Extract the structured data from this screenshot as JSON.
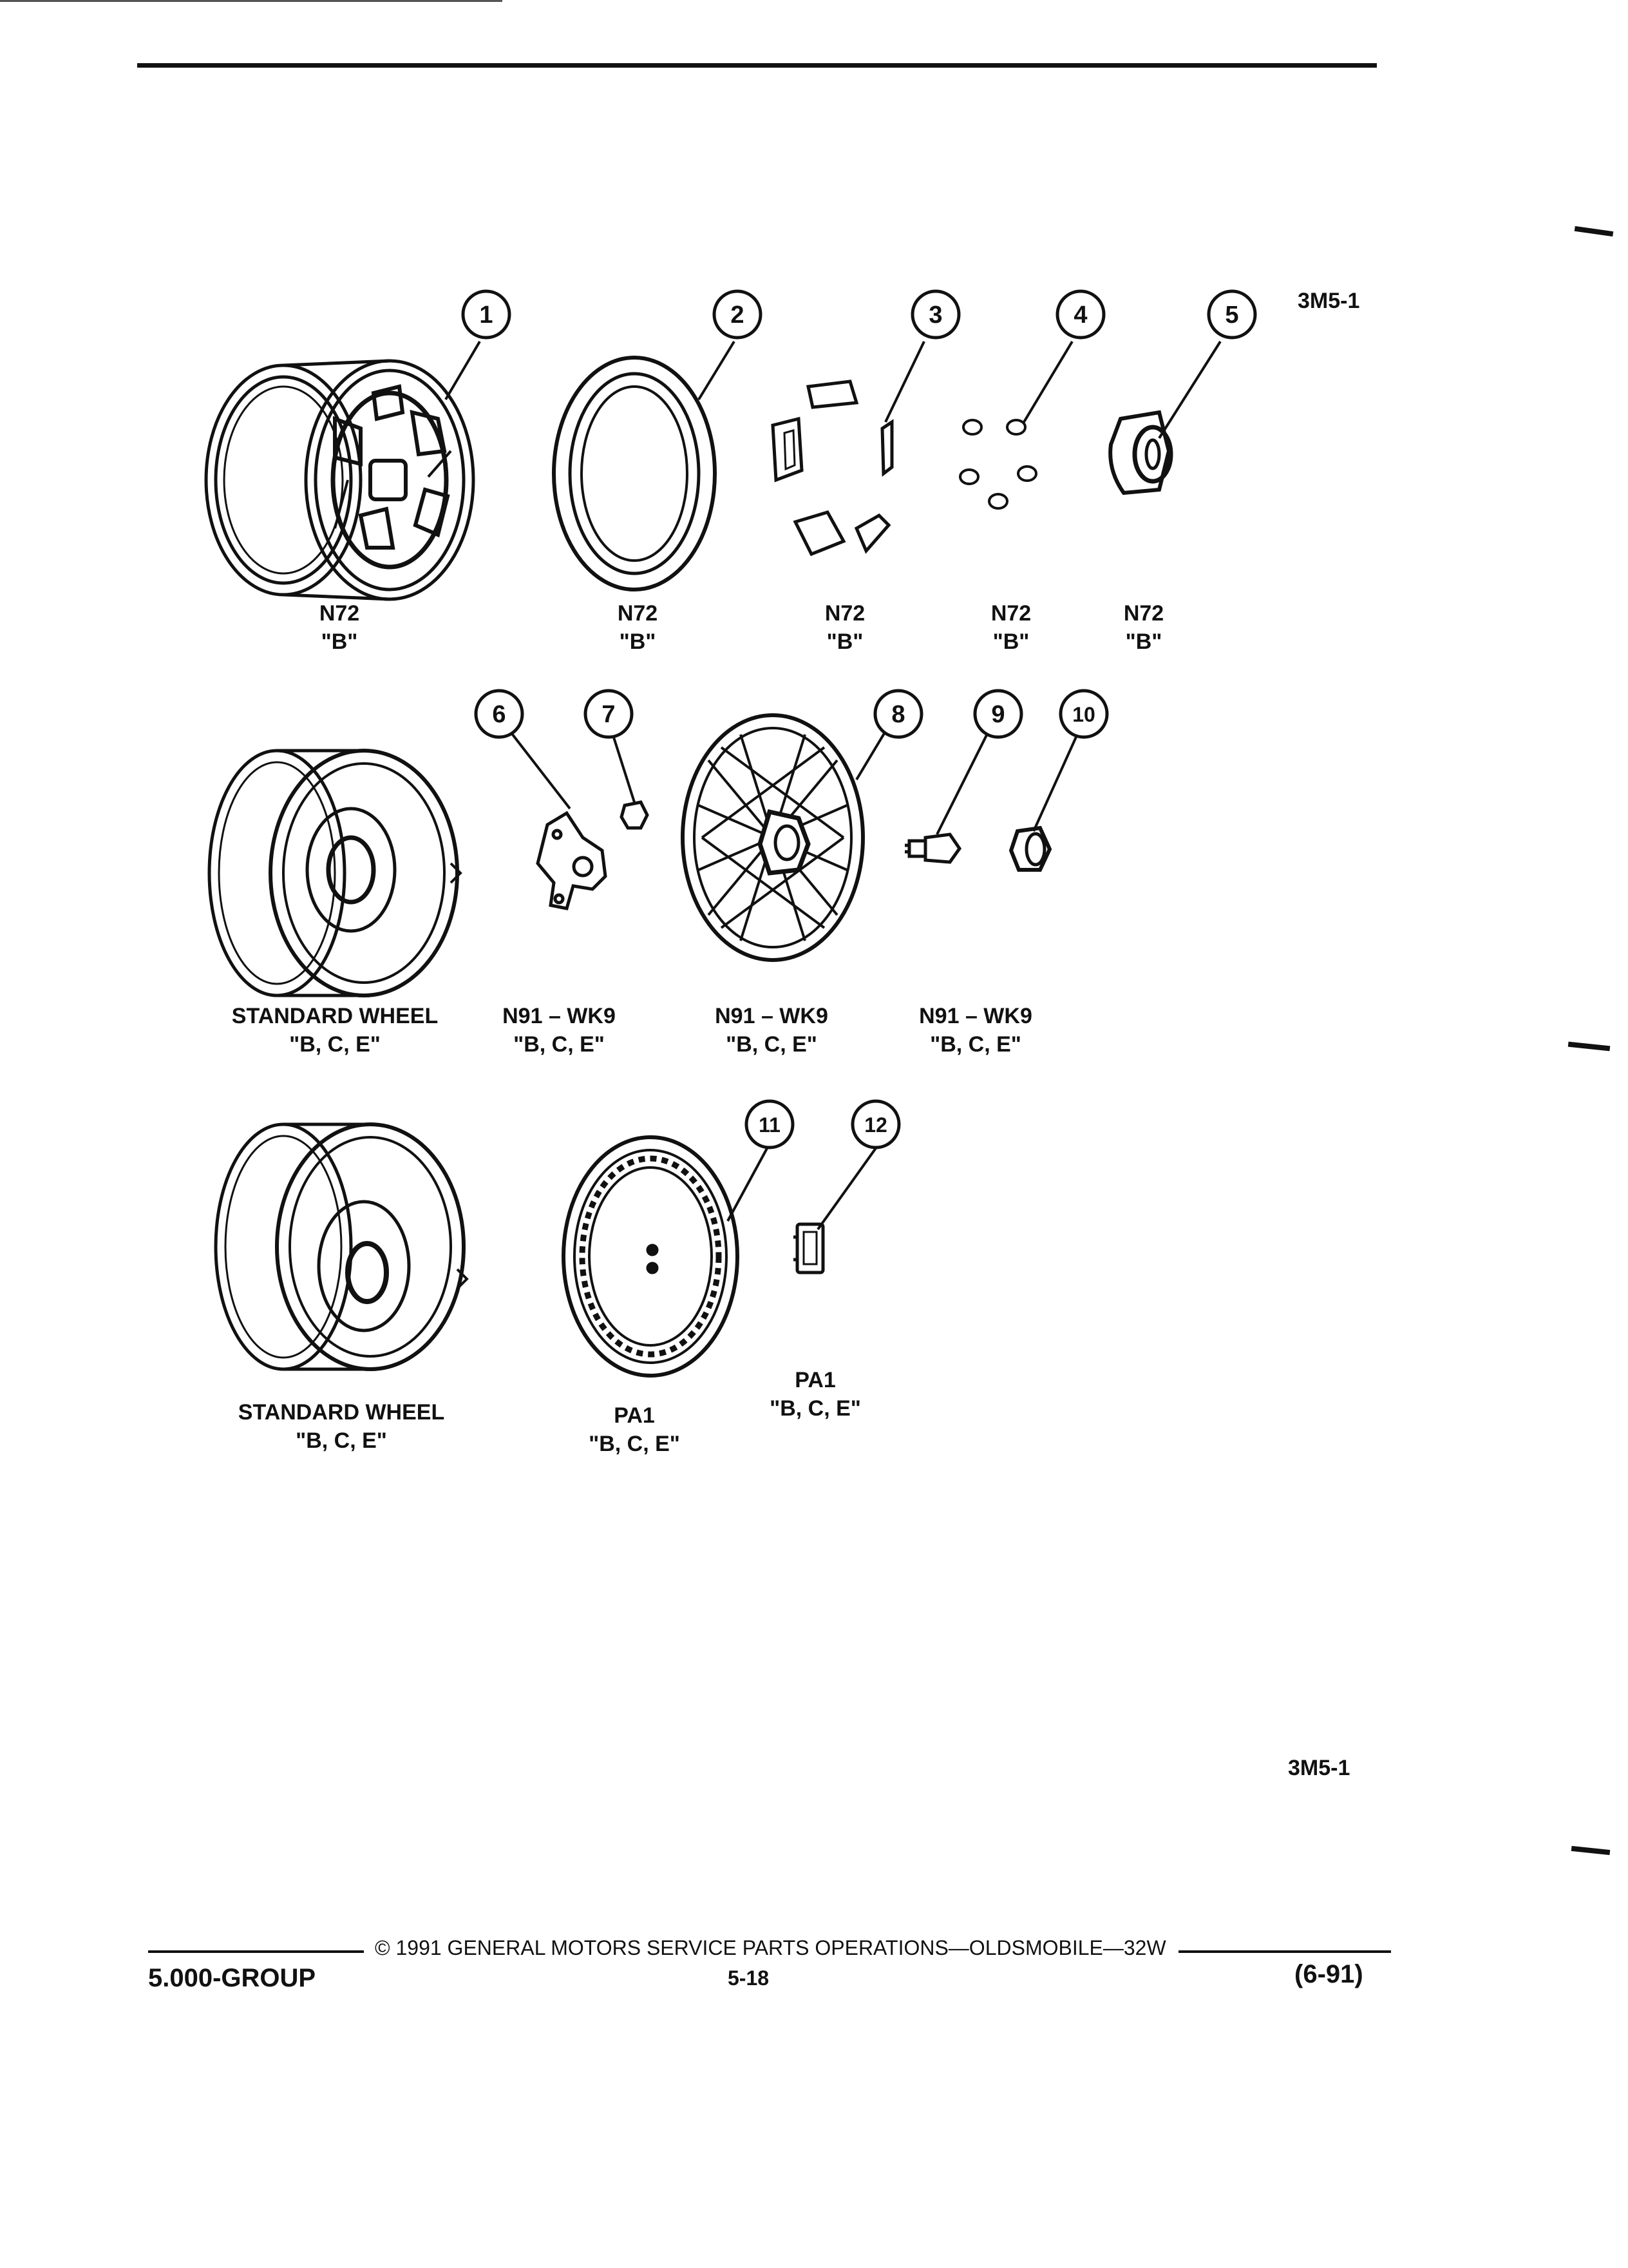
{
  "figure": {
    "id_top": "3M5-1",
    "id_bottom": "3M5-1"
  },
  "callouts": [
    "1",
    "2",
    "3",
    "4",
    "5",
    "6",
    "7",
    "8",
    "9",
    "10",
    "11",
    "12"
  ],
  "labels": {
    "row1": [
      {
        "code": "N72",
        "series": "\"B\""
      },
      {
        "code": "N72",
        "series": "\"B\""
      },
      {
        "code": "N72",
        "series": "\"B\""
      },
      {
        "code": "N72",
        "series": "\"B\""
      },
      {
        "code": "N72",
        "series": "\"B\""
      }
    ],
    "row2": [
      {
        "code": "STANDARD WHEEL",
        "series": "\"B, C, E\""
      },
      {
        "code": "N91 – WK9",
        "series": "\"B, C, E\""
      },
      {
        "code": "N91 – WK9",
        "series": "\"B, C, E\""
      },
      {
        "code": "N91 – WK9",
        "series": "\"B, C, E\""
      }
    ],
    "row3": [
      {
        "code": "STANDARD WHEEL",
        "series": "\"B, C, E\""
      },
      {
        "code": "PA1",
        "series": "\"B, C, E\""
      },
      {
        "code": "PA1",
        "series": "\"B, C, E\""
      }
    ]
  },
  "footer": {
    "copyright": "© 1991 GENERAL MOTORS SERVICE PARTS OPERATIONS—OLDSMOBILE—32W",
    "group": "5.000-GROUP",
    "page": "5-18",
    "date": "(6-91)"
  }
}
